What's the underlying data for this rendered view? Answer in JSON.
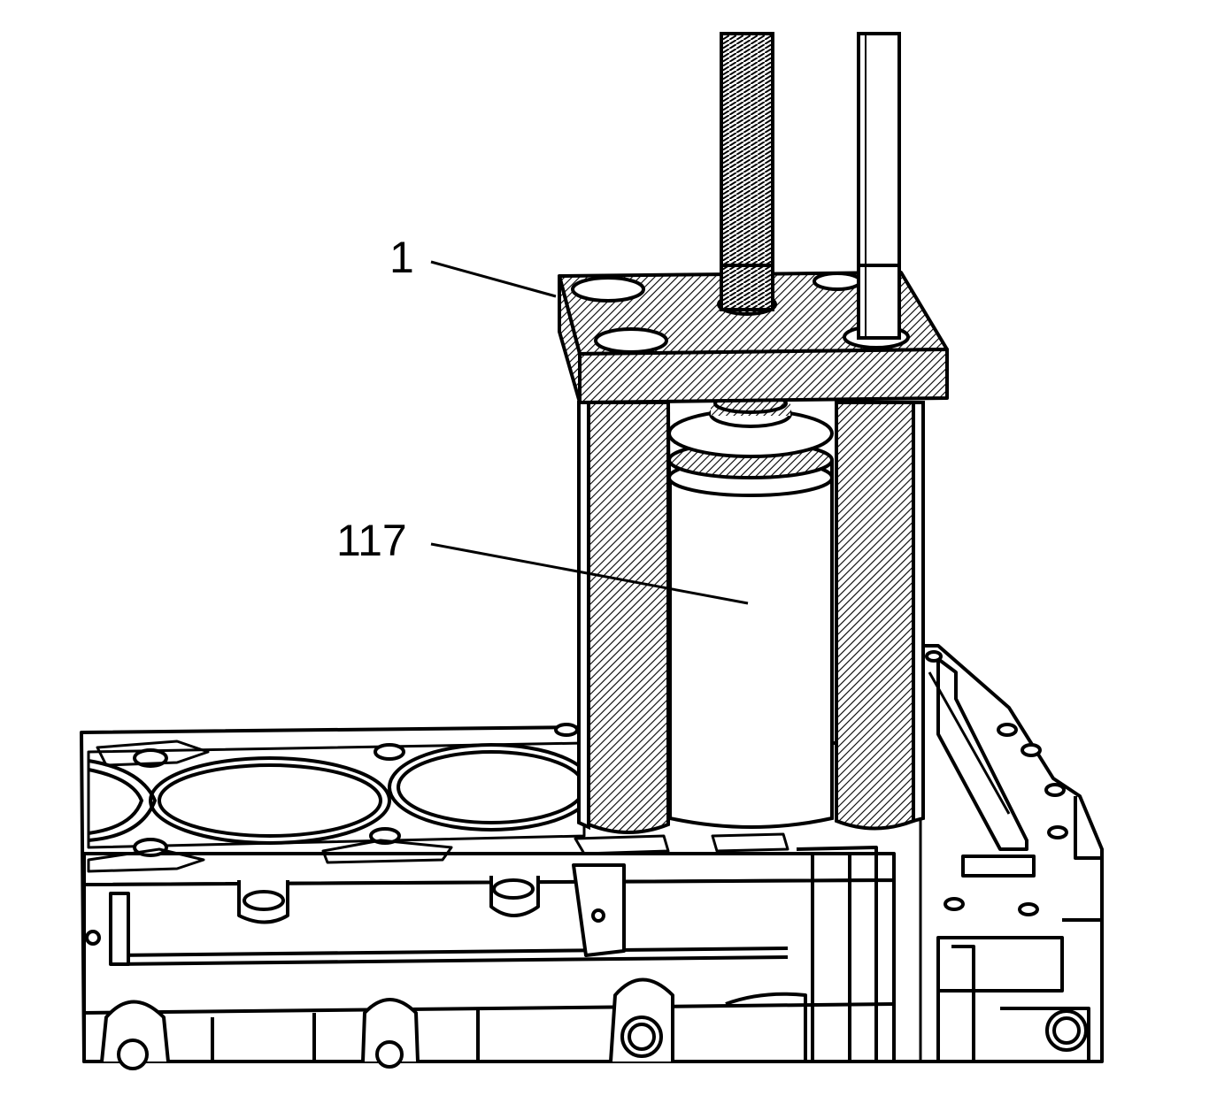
{
  "callouts": [
    {
      "id": "tool",
      "label": "1"
    },
    {
      "id": "cylinder-liner",
      "label": "117"
    }
  ],
  "colors": {
    "line": "#000000",
    "background": "#ffffff",
    "hatch": "#000000"
  }
}
